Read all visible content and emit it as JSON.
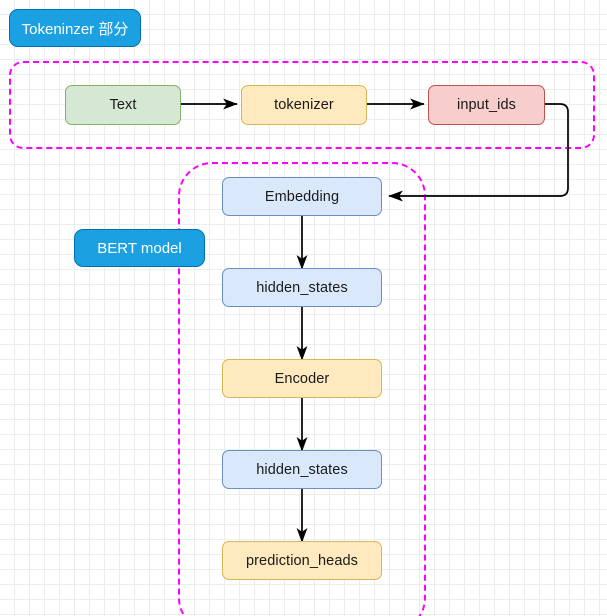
{
  "diagram": {
    "title": "BERT pipeline flowchart",
    "background": {
      "grid_minor_color": "#eceded",
      "grid_major_color": "#d8dadb",
      "page_color": "#ffffff"
    },
    "groups": [
      {
        "id": "tokenizer-group",
        "label": "Tokeninzer 部分",
        "border_color": "#ff00ff",
        "border_style": "dashed"
      },
      {
        "id": "bert-group",
        "label": "BERT model",
        "border_color": "#ff00ff",
        "border_style": "dashed"
      }
    ],
    "labels": [
      {
        "id": "tokenizer-label",
        "text": "Tokeninzer 部分",
        "fill": "#1ba1e2",
        "text_color": "#ffffff"
      },
      {
        "id": "bert-label",
        "text": "BERT model",
        "fill": "#1ba1e2",
        "text_color": "#ffffff"
      }
    ],
    "nodes": [
      {
        "id": "text",
        "label": "Text",
        "fill": "#d5e8d4",
        "stroke": "#82b366"
      },
      {
        "id": "tokenizer",
        "label": "tokenizer",
        "fill": "#ffe9bf",
        "stroke": "#d6b656"
      },
      {
        "id": "input-ids",
        "label": "input_ids",
        "fill": "#f8cecc",
        "stroke": "#b85450"
      },
      {
        "id": "embedding",
        "label": "Embedding",
        "fill": "#dae8fc",
        "stroke": "#6c8ebf"
      },
      {
        "id": "hidden-states-1",
        "label": "hidden_states",
        "fill": "#dae8fc",
        "stroke": "#6c8ebf"
      },
      {
        "id": "encoder",
        "label": "Encoder",
        "fill": "#ffe9bf",
        "stroke": "#d6b656"
      },
      {
        "id": "hidden-states-2",
        "label": "hidden_states",
        "fill": "#dae8fc",
        "stroke": "#6c8ebf"
      },
      {
        "id": "prediction-heads",
        "label": "prediction_heads",
        "fill": "#ffe9bf",
        "stroke": "#d6b656"
      }
    ],
    "edges": [
      {
        "from": "text",
        "to": "tokenizer",
        "style": "straight-right"
      },
      {
        "from": "tokenizer",
        "to": "input-ids",
        "style": "straight-right"
      },
      {
        "from": "input-ids",
        "to": "embedding",
        "style": "orthogonal-loop"
      },
      {
        "from": "embedding",
        "to": "hidden-states-1",
        "style": "straight-down"
      },
      {
        "from": "hidden-states-1",
        "to": "encoder",
        "style": "straight-down"
      },
      {
        "from": "encoder",
        "to": "hidden-states-2",
        "style": "straight-down"
      },
      {
        "from": "hidden-states-2",
        "to": "prediction-heads",
        "style": "straight-down"
      }
    ],
    "edge_color": "#000000"
  }
}
